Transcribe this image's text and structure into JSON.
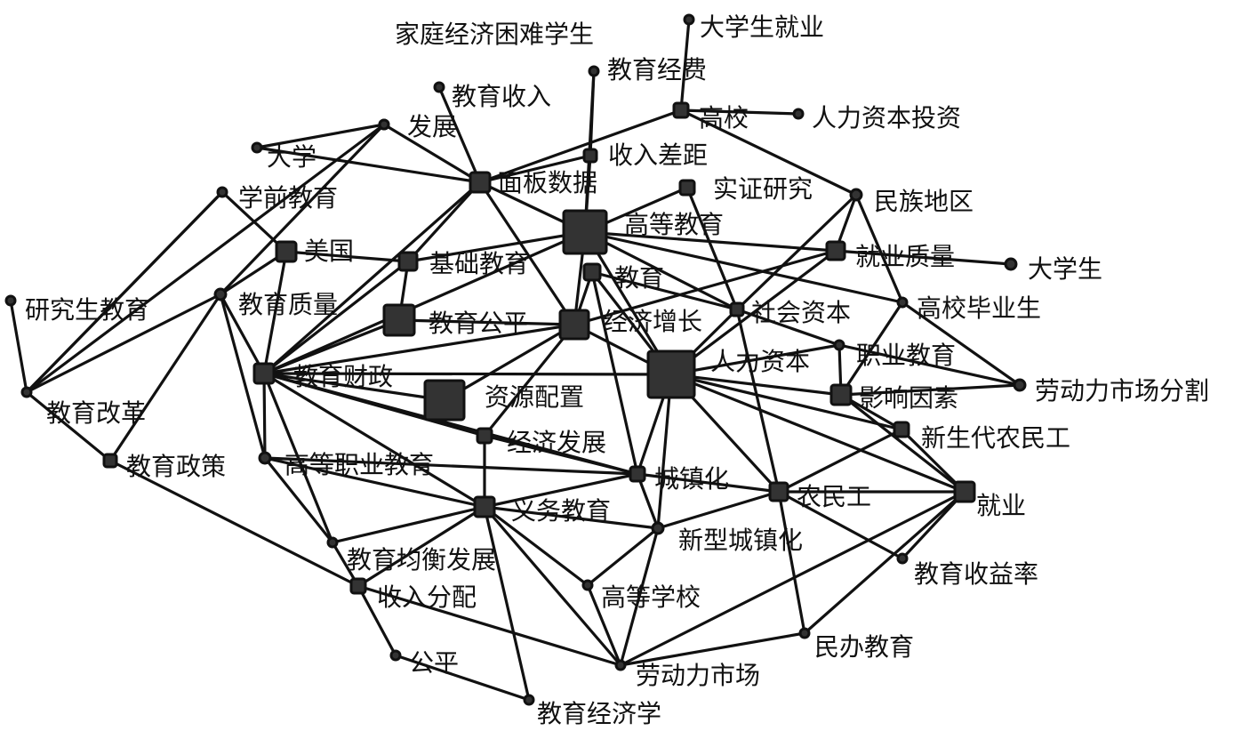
{
  "nodes": [
    {
      "id": "jiating",
      "label": "家庭经济困难学生"
    },
    {
      "id": "daxuesheng_jiuye",
      "label": "大学生就业"
    },
    {
      "id": "jiaoyu_jingfei",
      "label": "教育经费"
    },
    {
      "id": "jiaoyu_shouru",
      "label": "教育收入"
    },
    {
      "id": "gaoxiao",
      "label": "高校"
    },
    {
      "id": "renli_touzi",
      "label": "人力资本投资"
    },
    {
      "id": "fazhan",
      "label": "发展"
    },
    {
      "id": "shouru_chaju",
      "label": "收入差距"
    },
    {
      "id": "daxue",
      "label": "大学"
    },
    {
      "id": "mianban",
      "label": "面板数据"
    },
    {
      "id": "shizheng",
      "label": "实证研究"
    },
    {
      "id": "minzu",
      "label": "民族地区"
    },
    {
      "id": "xueqian",
      "label": "学前教育"
    },
    {
      "id": "gaodeng_jiaoyu",
      "label": "高等教育"
    },
    {
      "id": "meiguo",
      "label": "美国"
    },
    {
      "id": "jichu",
      "label": "基础教育"
    },
    {
      "id": "jiuye_zhiliang",
      "label": "就业质量"
    },
    {
      "id": "daxuesheng",
      "label": "大学生"
    },
    {
      "id": "jiaoyu",
      "label": "教育"
    },
    {
      "id": "yanjiusheng",
      "label": "研究生教育"
    },
    {
      "id": "zhiliang",
      "label": "教育质量"
    },
    {
      "id": "shehui",
      "label": "社会资本"
    },
    {
      "id": "biyesheng",
      "label": "高校毕业生"
    },
    {
      "id": "gongping",
      "label": "教育公平"
    },
    {
      "id": "zengzhang",
      "label": "经济增长"
    },
    {
      "id": "zhiye",
      "label": "职业教育"
    },
    {
      "id": "renli",
      "label": "人力资本"
    },
    {
      "id": "caizheng",
      "label": "教育财政"
    },
    {
      "id": "fenge",
      "label": "劳动力市场分割"
    },
    {
      "id": "gaige",
      "label": "教育改革"
    },
    {
      "id": "peizhi",
      "label": "资源配置"
    },
    {
      "id": "yinsu",
      "label": "影响因素"
    },
    {
      "id": "jjfazhan",
      "label": "经济发展"
    },
    {
      "id": "nongmingong_new",
      "label": "新生代农民工"
    },
    {
      "id": "zhengce",
      "label": "教育政策"
    },
    {
      "id": "gaozhi",
      "label": "高等职业教育"
    },
    {
      "id": "chengzhen",
      "label": "城镇化"
    },
    {
      "id": "jiuye",
      "label": "就业"
    },
    {
      "id": "yiwu",
      "label": "义务教育"
    },
    {
      "id": "nongmingong",
      "label": "农民工"
    },
    {
      "id": "xinxing",
      "label": "新型城镇化"
    },
    {
      "id": "junheng",
      "label": "教育均衡发展"
    },
    {
      "id": "shouyilv",
      "label": "教育收益率"
    },
    {
      "id": "fenpei",
      "label": "收入分配"
    },
    {
      "id": "gaodeng_xuexiao",
      "label": "高等学校"
    },
    {
      "id": "minban",
      "label": "民办教育"
    },
    {
      "id": "gongping2",
      "label": "公平"
    },
    {
      "id": "laodongli",
      "label": "劳动力市场"
    },
    {
      "id": "jingjixue",
      "label": "教育经济学"
    }
  ],
  "edges": [
    [
      "jiating",
      "fazhan"
    ],
    [
      "jiating",
      "zhiliang"
    ],
    [
      "jiaoyu_shouru",
      "mianban"
    ],
    [
      "daxuesheng_jiuye",
      "gaoxiao"
    ],
    [
      "jiaoyu_jingfei",
      "shouru_chaju"
    ],
    [
      "jiaoyu_jingfei",
      "gaodeng_jiaoyu"
    ],
    [
      "gaoxiao",
      "renli_touzi"
    ],
    [
      "gaoxiao",
      "minzu"
    ],
    [
      "gaoxiao",
      "mianban"
    ],
    [
      "fazhan",
      "mianban"
    ],
    [
      "fazhan",
      "daxue"
    ],
    [
      "fazhan",
      "gaige"
    ],
    [
      "mianban",
      "daxue"
    ],
    [
      "mianban",
      "jichu"
    ],
    [
      "mianban",
      "shouru_chaju"
    ],
    [
      "mianban",
      "gaodeng_jiaoyu"
    ],
    [
      "mianban",
      "caizheng"
    ],
    [
      "mianban",
      "zengzhang"
    ],
    [
      "shouru_chaju",
      "gaodeng_jiaoyu"
    ],
    [
      "shizheng",
      "gaodeng_jiaoyu"
    ],
    [
      "shizheng",
      "shehui"
    ],
    [
      "minzu",
      "jiuye_zhiliang"
    ],
    [
      "minzu",
      "shehui"
    ],
    [
      "minzu",
      "biyesheng"
    ],
    [
      "xueqian",
      "gaige"
    ],
    [
      "xueqian",
      "meiguo"
    ],
    [
      "meiguo",
      "jichu"
    ],
    [
      "meiguo",
      "caizheng"
    ],
    [
      "jichu",
      "gaodeng_jiaoyu"
    ],
    [
      "jichu",
      "caizheng"
    ],
    [
      "jichu",
      "gongping"
    ],
    [
      "gaodeng_jiaoyu",
      "zengzhang"
    ],
    [
      "gaodeng_jiaoyu",
      "renli"
    ],
    [
      "gaodeng_jiaoyu",
      "jiuye_zhiliang"
    ],
    [
      "gaodeng_jiaoyu",
      "shehui"
    ],
    [
      "gaodeng_jiaoyu",
      "biyesheng"
    ],
    [
      "gaodeng_jiaoyu",
      "caizheng"
    ],
    [
      "jiuye_zhiliang",
      "daxuesheng"
    ],
    [
      "jiuye_zhiliang",
      "renli"
    ],
    [
      "jiuye_zhiliang",
      "zengzhang"
    ],
    [
      "jiaoyu",
      "renli"
    ],
    [
      "jiaoyu",
      "zengzhang"
    ],
    [
      "jiaoyu",
      "chengzhen"
    ],
    [
      "jiaoyu",
      "shehui"
    ],
    [
      "yanjiusheng",
      "gaige"
    ],
    [
      "zhiliang",
      "caizheng"
    ],
    [
      "zhiliang",
      "zhengce"
    ],
    [
      "zhiliang",
      "gaozhi"
    ],
    [
      "zhiliang",
      "gaige"
    ],
    [
      "zhiliang",
      "meiguo"
    ],
    [
      "shehui",
      "renli"
    ],
    [
      "shehui",
      "zhiye"
    ],
    [
      "shehui",
      "nongmingong"
    ],
    [
      "biyesheng",
      "fenge"
    ],
    [
      "biyesheng",
      "yinsu"
    ],
    [
      "gongping",
      "caizheng"
    ],
    [
      "gongping",
      "zengzhang"
    ],
    [
      "zengzhang",
      "renli"
    ],
    [
      "zengzhang",
      "caizheng"
    ],
    [
      "zengzhang",
      "peizhi"
    ],
    [
      "zengzhang",
      "jjfazhan"
    ],
    [
      "zhiye",
      "renli"
    ],
    [
      "zhiye",
      "yinsu"
    ],
    [
      "zhiye",
      "fenge"
    ],
    [
      "renli",
      "yinsu"
    ],
    [
      "renli",
      "chengzhen"
    ],
    [
      "renli",
      "nongmingong"
    ],
    [
      "renli",
      "jiuye"
    ],
    [
      "renli",
      "caizheng"
    ],
    [
      "renli",
      "nongmingong_new"
    ],
    [
      "renli",
      "xinxing"
    ],
    [
      "caizheng",
      "gaozhi"
    ],
    [
      "caizheng",
      "yiwu"
    ],
    [
      "caizheng",
      "peizhi"
    ],
    [
      "caizheng",
      "jjfazhan"
    ],
    [
      "caizheng",
      "chengzhen"
    ],
    [
      "caizheng",
      "junheng"
    ],
    [
      "gaige",
      "zhengce"
    ],
    [
      "gaige",
      "xueqian"
    ],
    [
      "yinsu",
      "nongmingong_new"
    ],
    [
      "yinsu",
      "fenge"
    ],
    [
      "yinsu",
      "jiuye"
    ],
    [
      "jjfazhan",
      "yiwu"
    ],
    [
      "jjfazhan",
      "chengzhen"
    ],
    [
      "nongmingong_new",
      "jiuye"
    ],
    [
      "nongmingong_new",
      "nongmingong"
    ],
    [
      "zhengce",
      "fenpei"
    ],
    [
      "gaozhi",
      "yiwu"
    ],
    [
      "gaozhi",
      "junheng"
    ],
    [
      "gaozhi",
      "chengzhen"
    ],
    [
      "chengzhen",
      "nongmingong"
    ],
    [
      "chengzhen",
      "yiwu"
    ],
    [
      "chengzhen",
      "xinxing"
    ],
    [
      "jiuye",
      "nongmingong"
    ],
    [
      "jiuye",
      "laodongli"
    ],
    [
      "jiuye",
      "minban"
    ],
    [
      "jiuye",
      "shouyilv"
    ],
    [
      "yiwu",
      "junheng"
    ],
    [
      "yiwu",
      "gaodeng_xuexiao"
    ],
    [
      "yiwu",
      "laodongli"
    ],
    [
      "yiwu",
      "jingjixue"
    ],
    [
      "yiwu",
      "xinxing"
    ],
    [
      "yiwu",
      "fenpei"
    ],
    [
      "nongmingong",
      "xinxing"
    ],
    [
      "nongmingong",
      "shouyilv"
    ],
    [
      "nongmingong",
      "minban"
    ],
    [
      "xinxing",
      "gaodeng_xuexiao"
    ],
    [
      "xinxing",
      "laodongli"
    ],
    [
      "junheng",
      "fenpei"
    ],
    [
      "fenpei",
      "gongping2"
    ],
    [
      "fenpei",
      "laodongli"
    ],
    [
      "gaodeng_xuexiao",
      "laodongli"
    ],
    [
      "gongping2",
      "jingjixue"
    ],
    [
      "laodongli",
      "minban"
    ]
  ]
}
